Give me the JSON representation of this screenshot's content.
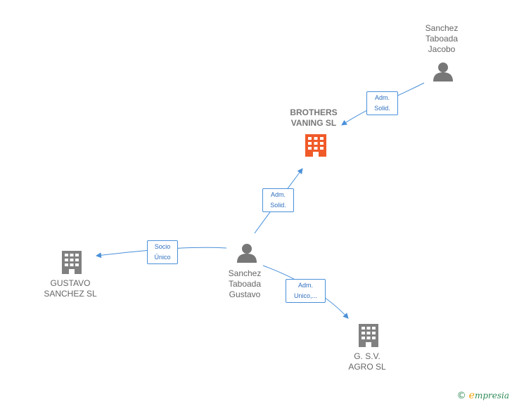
{
  "colors": {
    "edge": "#4a90d9",
    "person": "#777777",
    "company": "#808080",
    "main_company": "#f05a28"
  },
  "nodes": {
    "brothers": {
      "label": "BROTHERS\nVANING  SL",
      "icon": "building-icon"
    },
    "jacobo": {
      "label": "Sanchez\nTaboada\nJacobo",
      "icon": "person-icon"
    },
    "gustavo": {
      "label": "Sanchez\nTaboada\nGustavo",
      "icon": "person-icon"
    },
    "gustavo_sl": {
      "label": "GUSTAVO\nSANCHEZ  SL",
      "icon": "building-icon"
    },
    "gsv": {
      "label": "G. S.V.\nAGRO  SL",
      "icon": "building-icon"
    }
  },
  "edges": {
    "jacobo_brothers": "Adm.\nSolid.",
    "gustavo_brothers": "Adm.\nSolid.",
    "gustavo_gustavosl": "Socio\nÚnico",
    "gustavo_gsv": "Adm.\nUnico,..."
  },
  "brand": {
    "copyright": "©",
    "name": "mpresia",
    "initial": "e"
  }
}
